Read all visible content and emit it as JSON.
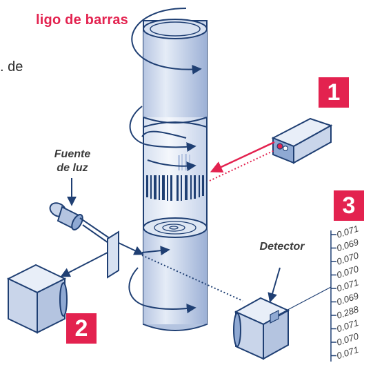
{
  "header": {
    "title_fragment": "ligo de barras",
    "intro_fragment": ". de"
  },
  "steps": [
    "1",
    "2",
    "3"
  ],
  "labels": {
    "light_source": [
      "Fuente",
      "de luz"
    ],
    "detector": "Detector"
  },
  "readings": [
    "0.071",
    "0.069",
    "0.070",
    "0.070",
    "0.071",
    "0.069",
    "0.288",
    "0.071",
    "0.070",
    "0.071"
  ],
  "colors": {
    "accent": "#e3224f",
    "tube_fill": "#c9d5ea",
    "tube_dark": "#9fb3d6",
    "outline": "#1f3f73",
    "device_face": "#8fa9d3"
  }
}
